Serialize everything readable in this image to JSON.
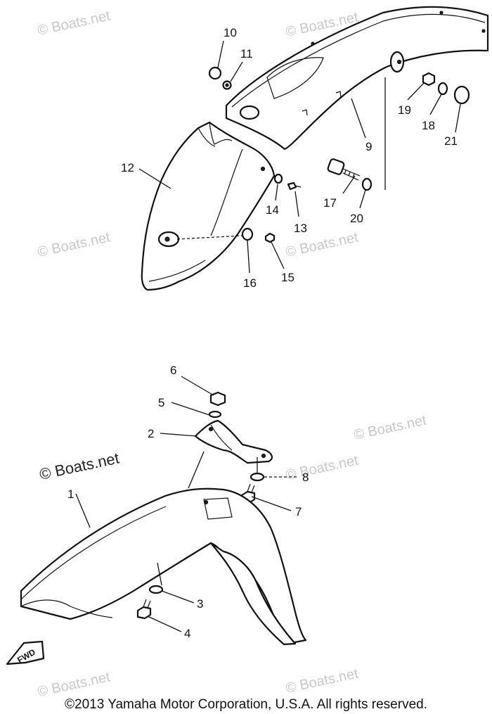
{
  "diagram": {
    "watermarks": [
      "© Boats.net",
      "© Boats.net",
      "© Boats.net",
      "© Boats.net",
      "© Boats.net",
      "© Boats.net",
      "© Boats.net",
      "© Boats.net",
      "© Boats.net"
    ],
    "fwd_label": "FWD",
    "callouts": [
      "1",
      "2",
      "3",
      "4",
      "5",
      "6",
      "7",
      "8",
      "9",
      "10",
      "11",
      "12",
      "13",
      "14",
      "15",
      "16",
      "17",
      "18",
      "19",
      "20",
      "21"
    ]
  },
  "footer": {
    "copyright": "©2013 Yamaha Motor Corporation, U.S.A. All rights reserved."
  }
}
